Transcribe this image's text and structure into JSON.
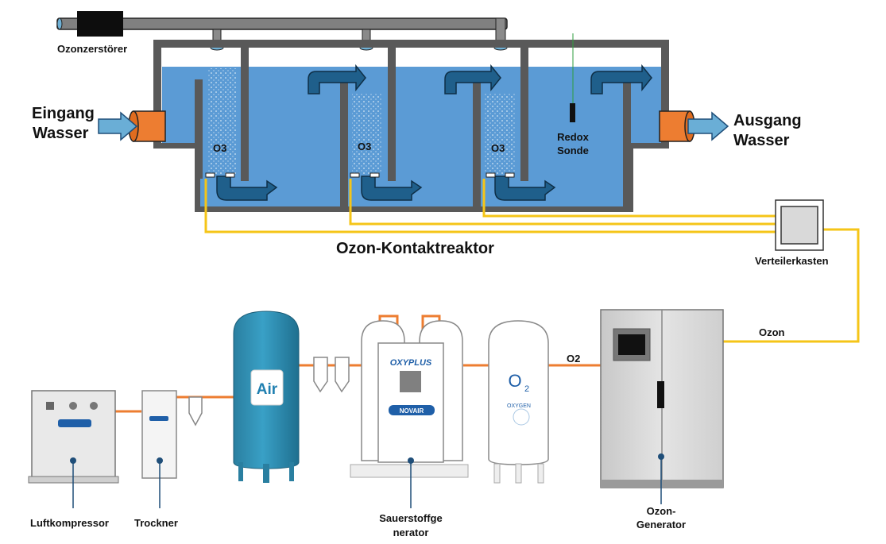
{
  "reactor": {
    "title": "Ozon-Kontaktreaktor",
    "destroyer_label": "Ozonzerstörer",
    "inlet_label": [
      "Eingang",
      "Wasser"
    ],
    "outlet_label": [
      "Ausgang",
      "Wasser"
    ],
    "chamber_labels": [
      "O3",
      "O3",
      "O3"
    ],
    "redox_label": [
      "Redox",
      "Sonde"
    ],
    "distribution_box_label": "Verteilerkasten"
  },
  "equipment": {
    "compressor_label": "Luftkompressor",
    "dryer_label": "Trockner",
    "air_tank_text": "Air",
    "oxygen_generator_label": [
      "Sauerstoffge",
      "nerator"
    ],
    "oxyplus_brand": "OXYPLUS",
    "novair_brand": "NOVAIR",
    "oxygen_tank_text": "O",
    "oxygen_tank_subscript": "2",
    "oxygen_tank_caption": "OXYGEN",
    "ozone_generator_label": [
      "Ozon-",
      "Generator"
    ]
  },
  "flows": {
    "o2_label": "O2",
    "ozone_label": "Ozon"
  },
  "colors": {
    "water": "#5b9bd5",
    "wall": "#595959",
    "ozone_line": "#f5c518",
    "oxygen_line": "#ed7d31",
    "pipe_end": "#ed7d31",
    "arrow_fill": "#1f5f8b",
    "tank_blue": "#2e8fb3",
    "cabinet": "#dcdcdc",
    "marker": "#1f4e79"
  }
}
